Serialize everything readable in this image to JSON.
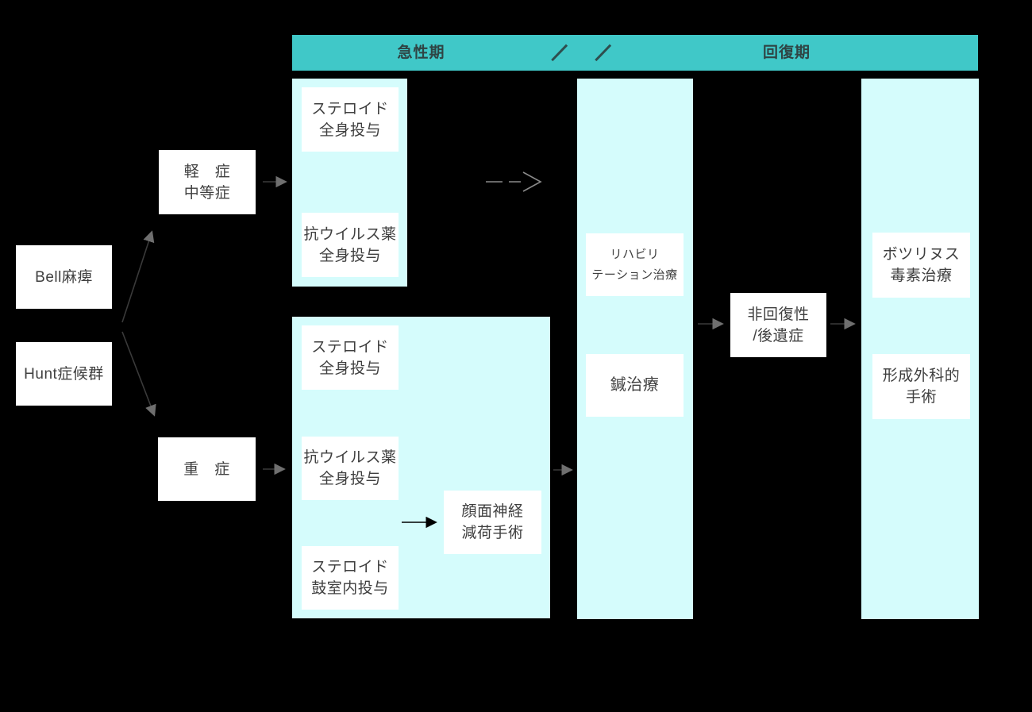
{
  "header": {
    "acute_phase": "急性期",
    "recovery_phase": "回復期",
    "break_marks": "//"
  },
  "nodes": {
    "bell": "Bell麻痺",
    "hunt": "Hunt症候群",
    "mild": {
      "line1": "軽　症",
      "line2": "中等症"
    },
    "severe": "重　症",
    "acute_mild": {
      "steroid": {
        "line1": "ステロイド",
        "line2": "全身投与"
      },
      "antiviral": {
        "line1": "抗ウイルス薬",
        "line2": "全身投与"
      }
    },
    "acute_severe": {
      "steroid": {
        "line1": "ステロイド",
        "line2": "全身投与"
      },
      "antiviral": {
        "line1": "抗ウイルス薬",
        "line2": "全身投与"
      },
      "intratympanic_steroid": {
        "line1": "ステロイド",
        "line2": "鼓室内投与"
      },
      "nerve_decompression": {
        "line1": "顔面神経",
        "line2": "減荷手術"
      }
    },
    "recovery": {
      "rehabilitation": {
        "line1": "リハビリ",
        "line2": "テーション治療"
      },
      "acupuncture": "鍼治療"
    },
    "outcome": {
      "line1": "非回復性",
      "line2": "/後遺症"
    },
    "sequelae": {
      "botulinum": {
        "line1": "ボツリヌス",
        "line2": "毒素治療"
      },
      "plastic_surgery": {
        "line1": "形成外科的",
        "line2": "手術"
      }
    }
  },
  "colors": {
    "background": "#000000",
    "header_teal": "#40C8C8",
    "panel_cyan": "#D5FCFC",
    "node_white": "#FFFFFF",
    "text_dark": "#3F3F3F",
    "arrow_black": "#000000",
    "arrow_faint": "#3A3A3A",
    "arrow_dashed": "#8A8A8A"
  }
}
